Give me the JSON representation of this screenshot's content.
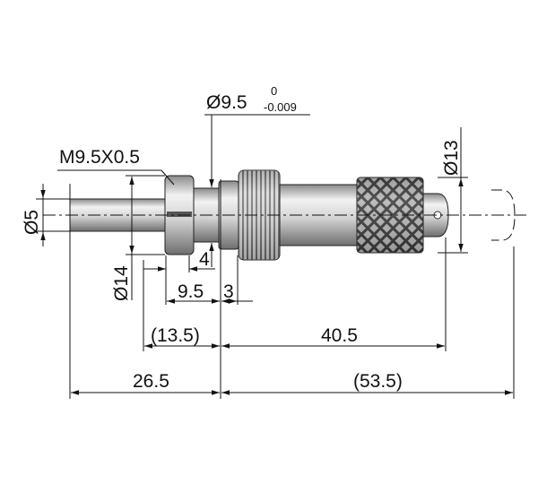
{
  "drawing": {
    "labels": {
      "thread": "M9.5X0.5",
      "shank_dia_main": "Ø9.5",
      "shank_dia_tol_upper": "0",
      "shank_dia_tol_lower": "-0.009",
      "thimble_dia": "Ø13",
      "spindle_dia": "Ø5",
      "nut_dia": "Ø14",
      "nut_width": "4",
      "dim_9_5": "9.5",
      "dim_3": "3",
      "dim_13_5": "(13.5)",
      "dim_40_5": "40.5",
      "dim_26_5": "26.5",
      "dim_53_5": "(53.5)"
    },
    "colors": {
      "metal_light": "#d9d9d9",
      "metal_dark": "#6b6b6b",
      "knurl": "#2a2a2a",
      "line": "#111111"
    }
  }
}
